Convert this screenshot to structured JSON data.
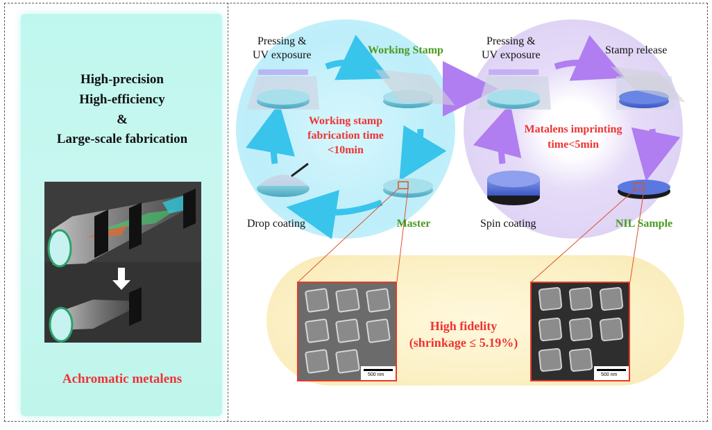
{
  "left_panel": {
    "feature_lines": [
      "High-precision",
      "High-efficiency",
      "&",
      "Large-scale fabrication"
    ],
    "bottom_label": "Achromatic metalens"
  },
  "cycle1": {
    "top_left": [
      "Pressing &",
      "UV exposure"
    ],
    "top_right": "Working Stamp",
    "bottom_right": "Master",
    "bottom_left": "Drop coating",
    "center": [
      "Working stamp",
      "fabrication time",
      "<10min"
    ]
  },
  "cycle2": {
    "top_left": [
      "Pressing &",
      "UV exposure"
    ],
    "top_right": "Stamp release",
    "bottom_left": "Spin coating",
    "bottom_right": "NIL Sample",
    "center": [
      "Matalens imprinting",
      "time<5min"
    ]
  },
  "fidelity": {
    "lines": [
      "High fidelity",
      "(shrinkage ≤ 5.19%)"
    ],
    "scale_left": "500 nm",
    "scale_right": "500 nm"
  },
  "colors": {
    "cycle1_bg": "#bff0fa",
    "cycle2_bg": "#dcd0f4",
    "fidelity_bg": "#fbefc2",
    "arrow_cyan": "#39c4ec",
    "arrow_purple": "#b07ef0",
    "red_text": "#ee3333",
    "green_text": "#4a9a1e"
  }
}
